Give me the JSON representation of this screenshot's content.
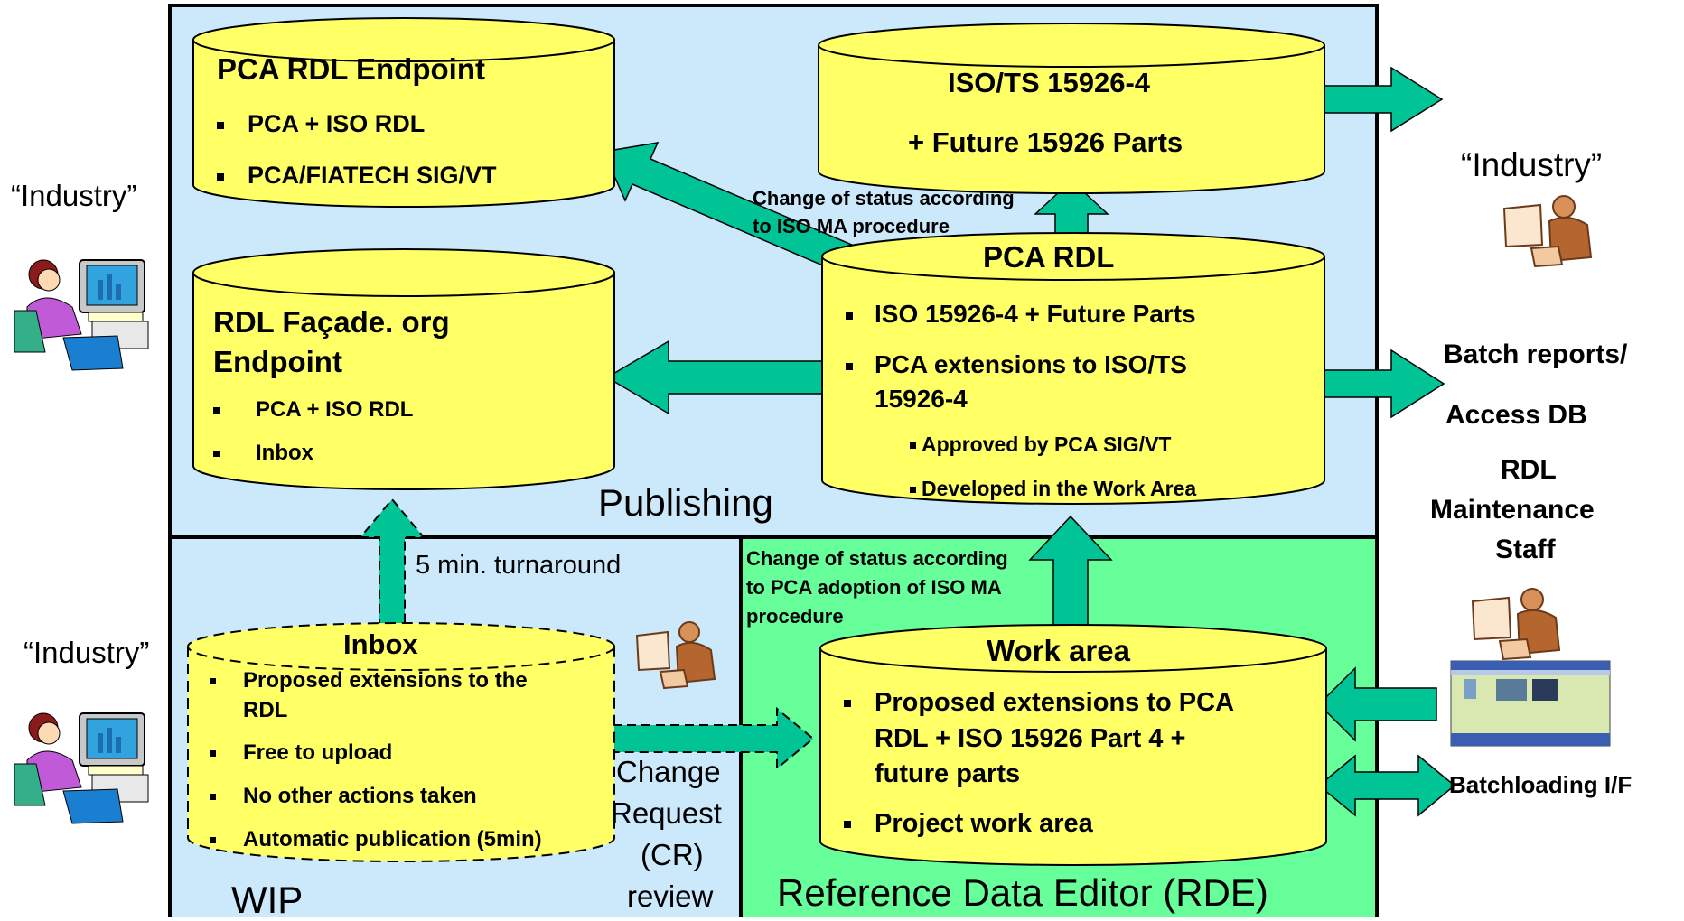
{
  "colors": {
    "publishing_bg": "#cce9fb",
    "wip_bg": "#cce9fb",
    "rde_bg": "#66ff99",
    "db_fill": "#ffff66",
    "arrow_fill": "#00c496",
    "frame": "#000000"
  },
  "regions": {
    "publishing": "Publishing",
    "wip": "WIP",
    "rde": "Reference Data Editor (RDE)"
  },
  "databases": {
    "pca_endpoint": {
      "title": "PCA RDL Endpoint",
      "items": [
        "PCA + ISO RDL",
        "PCA/FIATECH SIG/VT"
      ]
    },
    "iso": {
      "line1": "ISO/TS 15926-4",
      "line2": "+ Future 15926 Parts"
    },
    "facade": {
      "title_line1": "RDL Façade. org",
      "title_line2": "Endpoint",
      "items": [
        "PCA + ISO RDL",
        "Inbox"
      ]
    },
    "pca_rdl": {
      "title": "PCA RDL",
      "item1": "ISO 15926-4 + Future Parts",
      "item2_line1": "PCA extensions to ISO/TS",
      "item2_line2": "15926-4",
      "sub_items": [
        "Approved by PCA SIG/VT",
        "Developed in  the Work Area"
      ]
    },
    "inbox": {
      "title": "Inbox",
      "item1_line1": "Proposed extensions to the",
      "item1_line2": "RDL",
      "items": [
        "Free to upload",
        "No other actions taken",
        "Automatic publication (5min)"
      ]
    },
    "work_area": {
      "title": "Work area",
      "item1_lines": [
        "Proposed extensions to PCA",
        "RDL + ISO 15926 Part 4 +",
        "future parts"
      ],
      "item2": "Project work area"
    }
  },
  "annotations": {
    "status_iso_line1": "Change of status according",
    "status_iso_line2": "to ISO MA procedure",
    "status_pca_lines": [
      "Change of status according",
      "to PCA adoption of ISO MA",
      "procedure"
    ],
    "turnaround": "5 min. turnaround",
    "cr_review_lines": [
      "Change",
      "Request",
      "(CR)",
      "review"
    ]
  },
  "actors": {
    "industry_left_top": "“Industry”",
    "industry_left_bottom": "“Industry”",
    "industry_right": "“Industry”",
    "batch_reports_line1": "Batch reports/",
    "batch_reports_line2": "Access DB",
    "staff_lines": [
      "RDL",
      "Maintenance",
      "Staff"
    ],
    "batchloading": "Batchloading I/F"
  }
}
